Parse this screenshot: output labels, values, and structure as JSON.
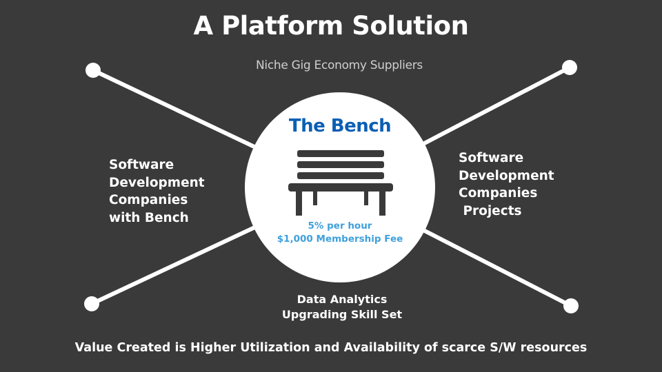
{
  "slide": {
    "title": "A Platform Solution",
    "subtitle": "Niche Gig Economy Suppliers",
    "footer": "Value Created is Higher Utilization and Availability of scarce S/W resources"
  },
  "hub": {
    "title": "The Bench",
    "icon": "bench-icon",
    "fee_line_1": "5% per hour",
    "fee_line_2": "$1,000 Membership Fee",
    "title_color": "#0b5fb4",
    "fee_color": "#3fa0dc"
  },
  "labels": {
    "left": [
      "Software",
      "Development",
      "Companies",
      "with Bench"
    ],
    "right": [
      "Software",
      "Development",
      "Companies",
      " Projects"
    ],
    "bottom": [
      "Data Analytics",
      "Upgrading Skill Set"
    ]
  },
  "colors": {
    "background": "#3a3a3a",
    "lines": "#ffffff",
    "text": "#ffffff"
  }
}
